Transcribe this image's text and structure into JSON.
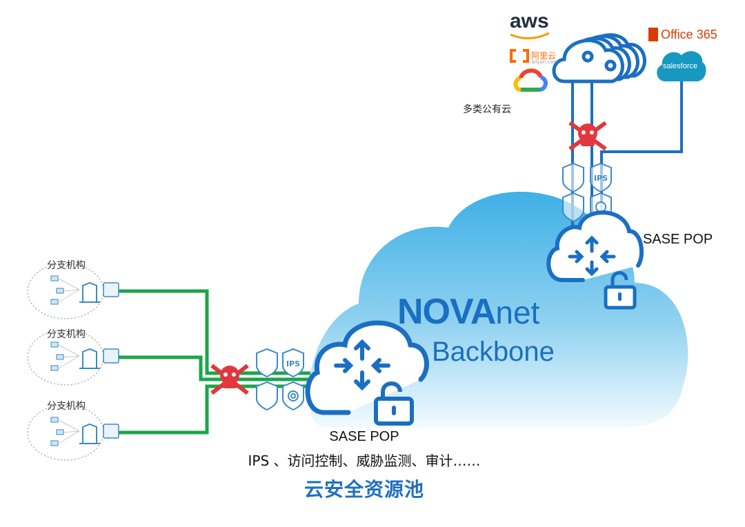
{
  "diagram": {
    "public_cloud": {
      "label": "多类公有云",
      "providers": [
        {
          "name": "aws",
          "text": "aws",
          "color": "#232f3e",
          "accent": "#ff9900"
        },
        {
          "name": "aliyun",
          "text": "阿里云",
          "subtext": "aliyun.com",
          "color": "#ff6a00"
        },
        {
          "name": "google-cloud",
          "text": "",
          "colors": [
            "#ea4335",
            "#fbbc04",
            "#34a853",
            "#4285f4"
          ]
        },
        {
          "name": "office365",
          "text": "Office 365",
          "color": "#d83b01"
        },
        {
          "name": "salesforce",
          "text": "salesforce",
          "color": "#1798c1"
        }
      ]
    },
    "backbone": {
      "brand_bold": "NOVA",
      "brand_light": "net",
      "subtitle": "Backbone",
      "color": "#1a6fc2",
      "cloud_gradient": [
        "#4db6e6",
        "#eaf6fc"
      ]
    },
    "pop_top": {
      "label": "SASE POP"
    },
    "pop_main": {
      "label": "SASE POP",
      "services": "IPS 、访问控制、威胁监测、审计……",
      "pool_title": "云安全资源池"
    },
    "branches": [
      {
        "label": "分支机构"
      },
      {
        "label": "分支机构"
      },
      {
        "label": "分支机构"
      }
    ],
    "security_icons": [
      {
        "name": "policy-sliders-shield"
      },
      {
        "name": "ips-shield",
        "text": "IPS"
      },
      {
        "name": "user-audit-shield"
      },
      {
        "name": "threat-target-shield"
      }
    ],
    "colors": {
      "link_green": "#1aa64a",
      "link_blue": "#1a6fc2",
      "threat_red": "#e0383e",
      "icon_blue": "#1f77c4",
      "branch_icon": "#3a8ac4"
    }
  }
}
